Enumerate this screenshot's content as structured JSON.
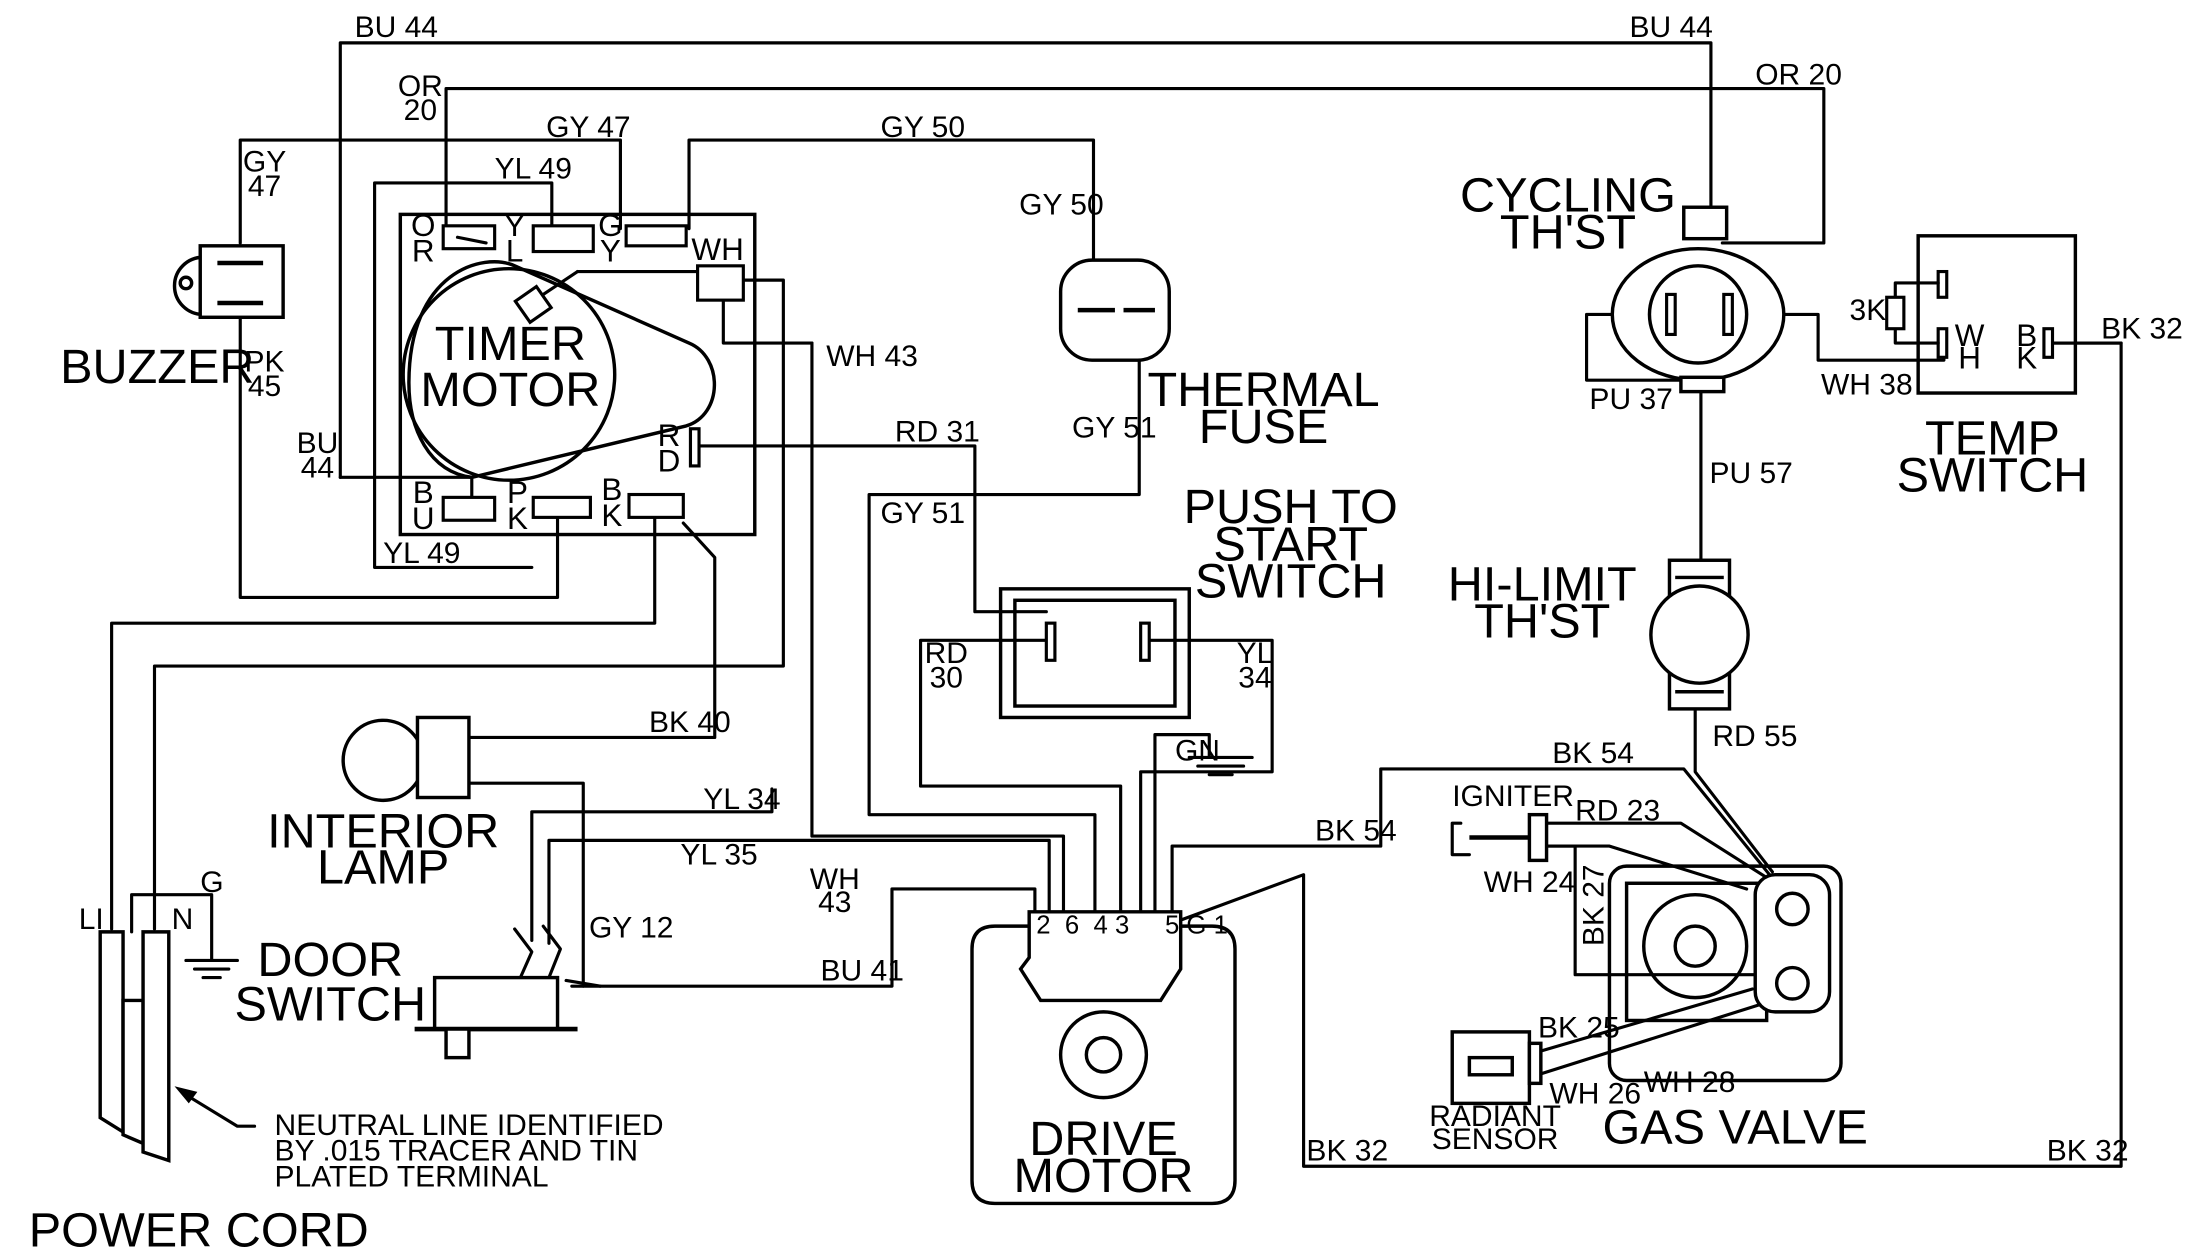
{
  "components": {
    "buzzer": "BUZZER",
    "timer_motor": [
      "TIMER",
      "MOTOR"
    ],
    "thermal_fuse": [
      "THERMAL",
      "FUSE"
    ],
    "push_to_start": [
      "PUSH TO",
      "START",
      "SWITCH"
    ],
    "cycling_thst": [
      "CYCLING",
      "TH'ST"
    ],
    "temp_switch": [
      "TEMP",
      "SWITCH"
    ],
    "hi_limit": [
      "HI-LIMIT",
      "TH'ST"
    ],
    "interior_lamp": [
      "INTERIOR",
      "LAMP"
    ],
    "door_switch": [
      "DOOR",
      "SWITCH"
    ],
    "drive_motor": [
      "DRIVE",
      "MOTOR"
    ],
    "gas_valve": "GAS VALVE",
    "igniter": "IGNITER",
    "radiant_sensor": [
      "RADIANT",
      "SENSOR"
    ],
    "power_cord": "POWER CORD",
    "neutral_note": [
      "NEUTRAL LINE IDENTIFIED",
      "BY .015 TRACER AND TIN",
      "PLATED TERMINAL"
    ]
  },
  "terminals": {
    "timer_or": [
      "O",
      "R"
    ],
    "timer_yl": [
      "Y",
      "L"
    ],
    "timer_gy": [
      "G",
      "Y"
    ],
    "timer_wh": "WH",
    "timer_rd": [
      "R",
      "D"
    ],
    "timer_bu": [
      "B",
      "U"
    ],
    "timer_pk": [
      "P",
      "K"
    ],
    "timer_bk": [
      "B",
      "K"
    ],
    "temp_wh": [
      "W",
      "H"
    ],
    "temp_bk": [
      "B",
      "K"
    ],
    "temp_res": "3K",
    "ground": "GN",
    "motor_pins": "2  6  4 3     5 G 1",
    "cord_li": "LI",
    "cord_n": "N",
    "cord_g": "G"
  },
  "wires": {
    "bu44_top_left": "BU 44",
    "bu44_top_right": "BU 44",
    "or20_left": [
      "OR",
      "20"
    ],
    "or20_right": "OR 20",
    "gy47_top": "GY 47",
    "gy47_left": [
      "GY",
      "47"
    ],
    "yl49_top": "YL 49",
    "yl49_bottom": "YL 49",
    "gy50_top": "GY 50",
    "gy50_side": "GY 50",
    "pk45": [
      "PK",
      "45"
    ],
    "bu44_left": [
      "BU",
      "44"
    ],
    "wh43_top": "WH 43",
    "wh43_low": [
      "WH",
      "43"
    ],
    "rd31": "RD 31",
    "gy51_right": "GY 51",
    "gy51_left": "GY 51",
    "rd30": [
      "RD",
      "30"
    ],
    "yl34_right": [
      "YL",
      "34"
    ],
    "yl34_low": "YL 34",
    "bk40": "BK 40",
    "yl35": "YL 35",
    "gy12": "GY 12",
    "bu41": "BU 41",
    "bk54_top": "BK 54",
    "bk54_low": "BK 54",
    "rd23": "RD 23",
    "wh24": "WH 24",
    "bk27": "BK 27",
    "bk25": "BK 25",
    "wh26": "WH 26",
    "wh28": "WH 28",
    "rd55": "RD 55",
    "pu57": "PU 57",
    "pu37": "PU 37",
    "wh38": "WH 38",
    "bk32_right": "BK 32",
    "bk32_bottom_left": "BK 32",
    "bk32_bottom_right": "BK 32"
  }
}
